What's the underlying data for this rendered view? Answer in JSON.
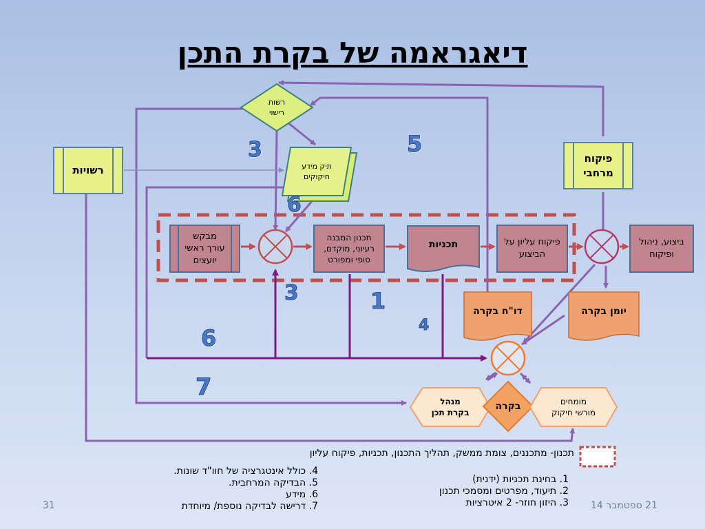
{
  "title": "דיאגראמה של בקרת התכן",
  "nodes": {
    "licensing": "רשות\nרישוי",
    "info_file": "תיק מידע\nחיקוקים",
    "authorities": "רשויות",
    "district_supervision": "פיקוח\nמרחבי",
    "applicant": "מבקש\nעורך ראשי\nיועצים",
    "structure_design": "תכנון המבנה\nרעיוני, מוקדם,\nסופי ומפורט",
    "plans": "תכניות",
    "top_supervision": "פיקוח עליון על\nהביצוע",
    "execution": "ביצוע, ניהול\nופיקוח",
    "review_report": "דו\"ח בקרה",
    "review_log": "יומן בקרה",
    "manager": "מנהל\nבקרת תכן",
    "control": "בקרה",
    "experts": "מומחים\nמורשי חיקוק"
  },
  "numbers": {
    "n3a": "3",
    "n5": "5",
    "n6a": "6",
    "n3b": "3",
    "n1": "1",
    "n4": "4",
    "n6b": "6",
    "n7": "7"
  },
  "legend": {
    "dashed_box_note": "תכנון- מתכננים, צומת ממשק, תהליך התכנון, תכניות, פיקוח עליון",
    "left_list": [
      "4. כולל אינטגרציה של  חוו\"ד שונות.",
      "5. הבדיקה המרחבית.",
      "6. מידע",
      "7. דרישה לבדיקה נוספת/ מיוחדת"
    ],
    "right_list": [
      "1. בחינת תכניות (ידנית)",
      "2. תיעוד, מפרטים ומסמכי תכנון",
      "3. היזון חוזר- 2 איטרציות"
    ]
  },
  "footer": {
    "page": "31",
    "date": "21 ספטמבר 14"
  },
  "colors": {
    "arrow_purple": "#8b63b0",
    "arrow_dark": "#7a1a82",
    "arrow_red": "#c0504d",
    "dashed_red": "#c0504d",
    "yellow": "#e7f089",
    "pink": "#c0858f",
    "orange": "#efa270"
  }
}
